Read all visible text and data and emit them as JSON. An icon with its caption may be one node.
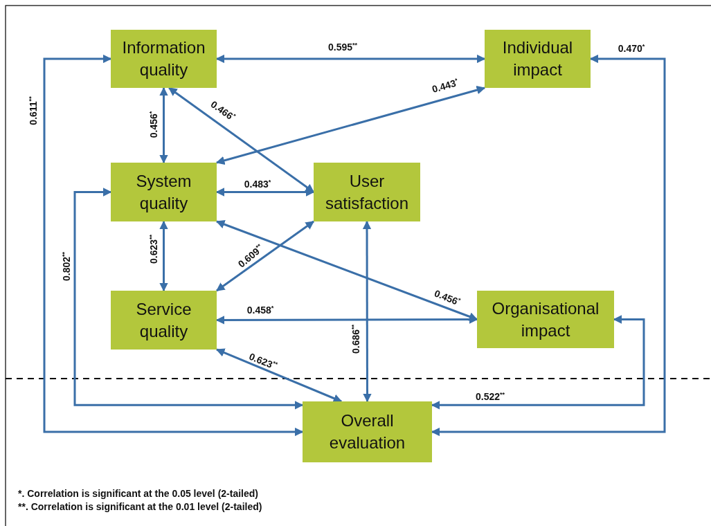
{
  "diagram": {
    "nodes": [
      {
        "text": [
          "Information quality"
        ]
      },
      {
        "text": [
          "Individual impact"
        ]
      },
      {
        "text": [
          "System quality"
        ]
      },
      {
        "text": [
          "User satisfaction"
        ]
      },
      {
        "text": [
          "Service quality"
        ]
      },
      {
        "text": [
          "Organisational impact"
        ]
      },
      {
        "text": [
          "Overall evaluation"
        ]
      }
    ],
    "edges": [
      {
        "from": 0,
        "to": 1,
        "arrow": "both",
        "label": "0.595$^{**}$"
      },
      {
        "from": 2,
        "to": 1,
        "arrow": "both",
        "label": "0.443$^{*}$"
      },
      {
        "from": 0,
        "to": 2,
        "arrow": "both",
        "label": "0.456$^{*}$"
      },
      {
        "from": 0,
        "to": 3,
        "arrow": "both",
        "label": "0.466$^{*}$"
      },
      {
        "from": 2,
        "to": 3,
        "arrow": "both",
        "label": "0.483$^{*}$"
      },
      {
        "from": 2,
        "to": 4,
        "arrow": "both",
        "label": "0.623$^{**}$"
      },
      {
        "from": 4,
        "to": 3,
        "arrow": "both",
        "label": "0.609$^{**}$"
      },
      {
        "from": 2,
        "to": 5,
        "arrow": "both",
        "label": "0.456$^{*}$"
      },
      {
        "from": 4,
        "to": 5,
        "arrow": "both",
        "label": "0.458$^{*}$"
      },
      {
        "from": 4,
        "to": 6,
        "arrow": "both",
        "label": "0.623$^{**}$"
      },
      {
        "from": 3,
        "to": 6,
        "arrow": "both",
        "label": "0.686$^{**}$"
      },
      {
        "from": 0,
        "to": 6,
        "arrow": "both",
        "label": "0.611$^{**}$"
      },
      {
        "from": 2,
        "to": 6,
        "arrow": "both",
        "label": "0.802$^{**}$"
      },
      {
        "from": 5,
        "to": 6,
        "arrow": "both",
        "label": "0.522$^{**}$"
      },
      {
        "from": 1,
        "to": 6,
        "arrow": "both",
        "label": "0.470$^{*}$"
      }
    ],
    "labels": [
      "*. Correlation is significant at the 0.05 level (2-tailed)",
      "**. Correlation is significant at the 0.01 level (2-tailed)"
    ]
  }
}
